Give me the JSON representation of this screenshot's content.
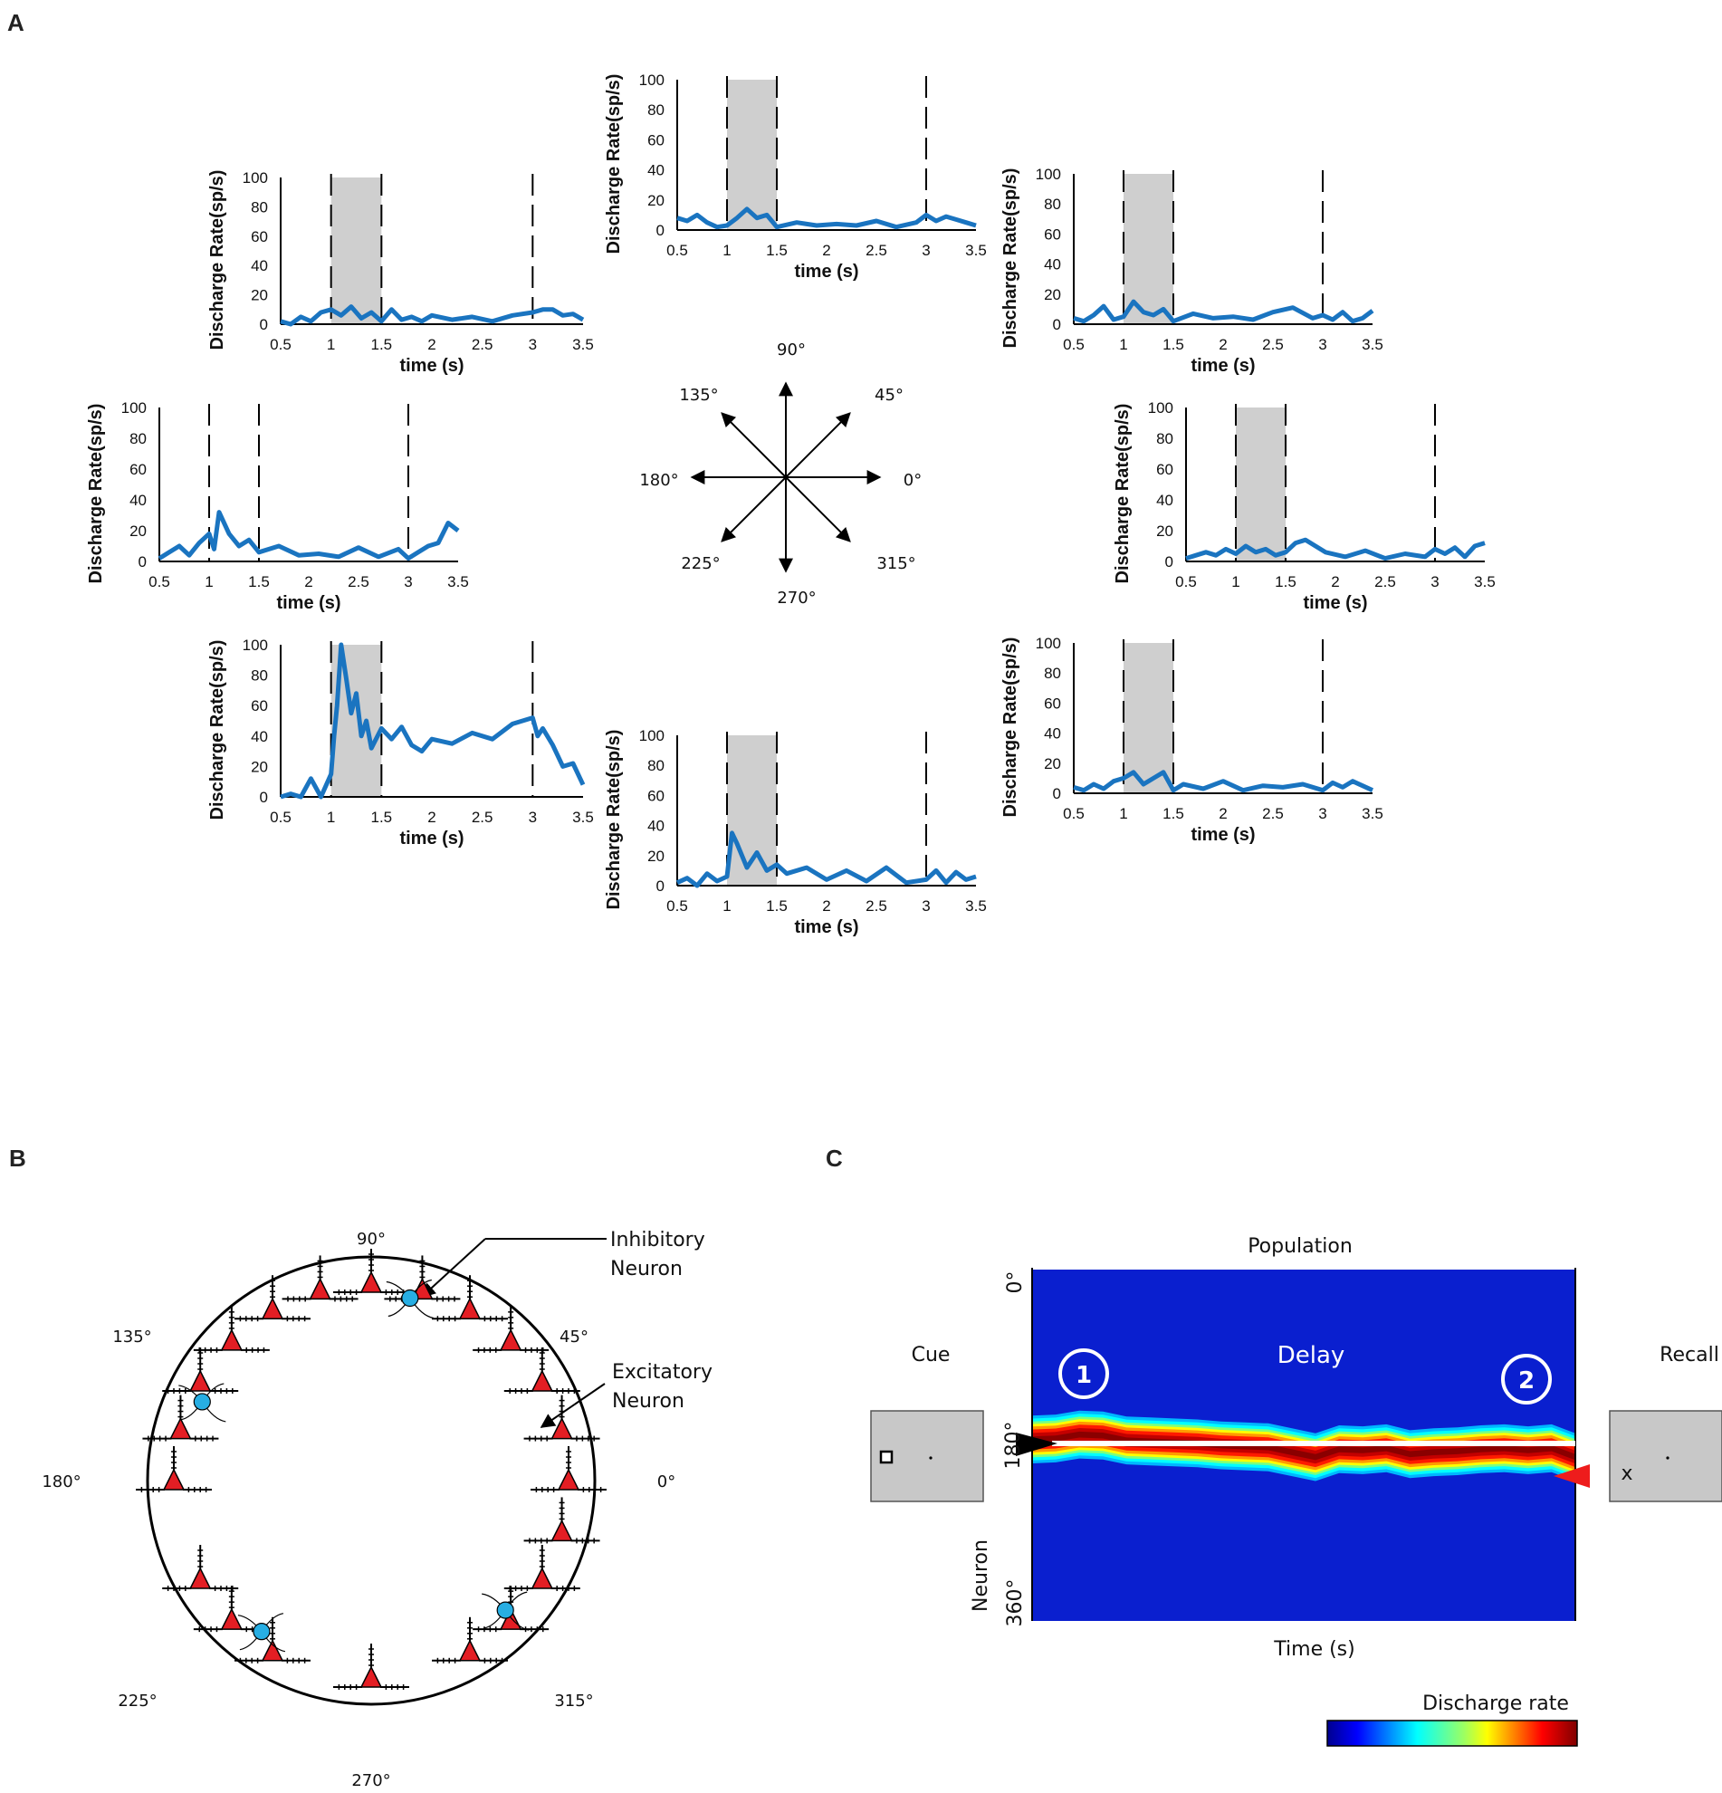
{
  "panels": {
    "a": {
      "label": "A"
    },
    "b": {
      "label": "B"
    },
    "c": {
      "label": "C"
    }
  },
  "chart_data": [
    {
      "type": "line",
      "direction": "135°",
      "x": [
        0.5,
        0.6,
        0.7,
        0.8,
        0.9,
        1.0,
        1.1,
        1.2,
        1.3,
        1.4,
        1.5,
        1.6,
        1.7,
        1.8,
        1.9,
        2.0,
        2.2,
        2.4,
        2.6,
        2.8,
        3.0,
        3.1,
        3.2,
        3.3,
        3.4,
        3.5
      ],
      "y": [
        2,
        0,
        5,
        2,
        8,
        10,
        6,
        12,
        4,
        8,
        2,
        10,
        3,
        5,
        2,
        6,
        3,
        5,
        2,
        6,
        8,
        10,
        10,
        6,
        7,
        3
      ],
      "xlabel": "time (s)",
      "ylabel": "Discharge Rate(sp/s)",
      "xticks": [
        "0.5",
        "1",
        "1.5",
        "2",
        "2.5",
        "3",
        "3.5"
      ],
      "yticks": [
        "0",
        "20",
        "40",
        "60",
        "80",
        "100"
      ],
      "xlim": [
        0.5,
        3.5
      ],
      "ylim": [
        0,
        100
      ],
      "cue_shade": [
        1,
        1.5
      ],
      "markers": [
        1,
        1.5,
        3
      ]
    },
    {
      "type": "line",
      "direction": "90°",
      "x": [
        0.5,
        0.6,
        0.7,
        0.8,
        0.9,
        1.0,
        1.1,
        1.2,
        1.3,
        1.4,
        1.5,
        1.7,
        1.9,
        2.1,
        2.3,
        2.5,
        2.7,
        2.9,
        3.0,
        3.1,
        3.2,
        3.3,
        3.4,
        3.5
      ],
      "y": [
        8,
        6,
        10,
        5,
        2,
        3,
        8,
        14,
        8,
        10,
        2,
        5,
        3,
        4,
        3,
        6,
        2,
        5,
        10,
        6,
        9,
        7,
        5,
        3
      ],
      "xlabel": "time (s)",
      "ylabel": "Discharge Rate(sp/s)",
      "xticks": [
        "0.5",
        "1",
        "1.5",
        "2",
        "2.5",
        "3",
        "3.5"
      ],
      "yticks": [
        "0",
        "20",
        "40",
        "60",
        "80",
        "100"
      ],
      "xlim": [
        0.5,
        3.5
      ],
      "ylim": [
        0,
        100
      ],
      "cue_shade": [
        1,
        1.5
      ],
      "markers": [
        1,
        1.5,
        3
      ]
    },
    {
      "type": "line",
      "direction": "45°",
      "x": [
        0.5,
        0.6,
        0.7,
        0.8,
        0.9,
        1.0,
        1.1,
        1.2,
        1.3,
        1.4,
        1.5,
        1.7,
        1.9,
        2.1,
        2.3,
        2.5,
        2.7,
        2.9,
        3.0,
        3.1,
        3.2,
        3.3,
        3.4,
        3.5
      ],
      "y": [
        4,
        2,
        6,
        12,
        3,
        5,
        15,
        8,
        6,
        10,
        2,
        7,
        4,
        5,
        3,
        8,
        11,
        4,
        6,
        3,
        8,
        2,
        4,
        9
      ],
      "xlabel": "time (s)",
      "ylabel": "Discharge Rate(sp/s)",
      "xticks": [
        "0.5",
        "1",
        "1.5",
        "2",
        "2.5",
        "3",
        "3.5"
      ],
      "yticks": [
        "0",
        "20",
        "40",
        "60",
        "80",
        "100"
      ],
      "xlim": [
        0.5,
        3.5
      ],
      "ylim": [
        0,
        100
      ],
      "cue_shade": [
        1,
        1.5
      ],
      "markers": [
        1,
        1.5,
        3
      ]
    },
    {
      "type": "line",
      "direction": "180°",
      "x": [
        0.5,
        0.6,
        0.7,
        0.8,
        0.9,
        1.0,
        1.05,
        1.1,
        1.2,
        1.3,
        1.4,
        1.5,
        1.7,
        1.9,
        2.1,
        2.3,
        2.5,
        2.7,
        2.9,
        3.0,
        3.1,
        3.2,
        3.3,
        3.4,
        3.5
      ],
      "y": [
        2,
        6,
        10,
        4,
        12,
        18,
        8,
        32,
        18,
        10,
        14,
        6,
        10,
        4,
        5,
        3,
        9,
        3,
        8,
        2,
        6,
        10,
        12,
        25,
        20
      ],
      "xlabel": "time (s)",
      "ylabel": "Discharge Rate(sp/s)",
      "xticks": [
        "0.5",
        "1",
        "1.5",
        "2",
        "2.5",
        "3",
        "3.5"
      ],
      "yticks": [
        "0",
        "20",
        "40",
        "60",
        "80",
        "100"
      ],
      "xlim": [
        0.5,
        3.5
      ],
      "ylim": [
        0,
        100
      ],
      "cue_shade": null,
      "markers": [
        1,
        1.5,
        3
      ]
    },
    {
      "type": "line",
      "direction": "0°",
      "x": [
        0.5,
        0.6,
        0.7,
        0.8,
        0.9,
        1.0,
        1.1,
        1.2,
        1.3,
        1.4,
        1.5,
        1.6,
        1.7,
        1.9,
        2.1,
        2.3,
        2.5,
        2.7,
        2.9,
        3.0,
        3.1,
        3.2,
        3.3,
        3.4,
        3.5
      ],
      "y": [
        2,
        4,
        6,
        4,
        8,
        5,
        10,
        6,
        8,
        4,
        6,
        12,
        14,
        6,
        3,
        7,
        2,
        5,
        3,
        8,
        5,
        9,
        3,
        10,
        12
      ],
      "xlabel": "time (s)",
      "ylabel": "Discharge Rate(sp/s)",
      "xticks": [
        "0.5",
        "1",
        "1.5",
        "2",
        "2.5",
        "3",
        "3.5"
      ],
      "yticks": [
        "0",
        "20",
        "40",
        "60",
        "80",
        "100"
      ],
      "xlim": [
        0.5,
        3.5
      ],
      "ylim": [
        0,
        100
      ],
      "cue_shade": [
        1,
        1.5
      ],
      "markers": [
        1,
        1.5,
        3
      ]
    },
    {
      "type": "line",
      "direction": "225°",
      "x": [
        0.5,
        0.6,
        0.7,
        0.8,
        0.9,
        1.0,
        1.03,
        1.06,
        1.1,
        1.15,
        1.2,
        1.25,
        1.3,
        1.35,
        1.4,
        1.5,
        1.6,
        1.7,
        1.8,
        1.9,
        2.0,
        2.2,
        2.4,
        2.6,
        2.8,
        3.0,
        3.05,
        3.1,
        3.2,
        3.3,
        3.4,
        3.5
      ],
      "y": [
        0,
        2,
        0,
        12,
        0,
        15,
        40,
        60,
        100,
        78,
        55,
        68,
        40,
        50,
        32,
        45,
        38,
        46,
        34,
        30,
        38,
        35,
        42,
        38,
        48,
        52,
        40,
        45,
        34,
        20,
        22,
        8
      ],
      "xlabel": "time (s)",
      "ylabel": "Discharge Rate(sp/s)",
      "xticks": [
        "0.5",
        "1",
        "1.5",
        "2",
        "2.5",
        "3",
        "3.5"
      ],
      "yticks": [
        "0",
        "20",
        "40",
        "60",
        "80",
        "100"
      ],
      "xlim": [
        0.5,
        3.5
      ],
      "ylim": [
        0,
        100
      ],
      "cue_shade": [
        1,
        1.5
      ],
      "markers": [
        1,
        1.5,
        3
      ]
    },
    {
      "type": "line",
      "direction": "270°",
      "x": [
        0.5,
        0.6,
        0.7,
        0.8,
        0.9,
        1.0,
        1.05,
        1.1,
        1.2,
        1.3,
        1.4,
        1.5,
        1.6,
        1.8,
        2.0,
        2.2,
        2.4,
        2.6,
        2.8,
        3.0,
        3.1,
        3.2,
        3.3,
        3.4,
        3.5
      ],
      "y": [
        2,
        5,
        0,
        8,
        3,
        6,
        35,
        28,
        12,
        22,
        10,
        14,
        8,
        12,
        4,
        10,
        3,
        12,
        2,
        4,
        10,
        2,
        9,
        4,
        6
      ],
      "xlabel": "time (s)",
      "ylabel": "Discharge Rate(sp/s)",
      "xticks": [
        "0.5",
        "1",
        "1.5",
        "2",
        "2.5",
        "3",
        "3.5"
      ],
      "yticks": [
        "0",
        "20",
        "40",
        "60",
        "80",
        "100"
      ],
      "xlim": [
        0.5,
        3.5
      ],
      "ylim": [
        0,
        100
      ],
      "cue_shade": [
        1,
        1.5
      ],
      "markers": [
        1,
        1.5,
        3
      ]
    },
    {
      "type": "line",
      "direction": "315°",
      "x": [
        0.5,
        0.6,
        0.7,
        0.8,
        0.9,
        1.0,
        1.1,
        1.2,
        1.3,
        1.4,
        1.5,
        1.6,
        1.8,
        2.0,
        2.2,
        2.4,
        2.6,
        2.8,
        3.0,
        3.1,
        3.2,
        3.3,
        3.4,
        3.5
      ],
      "y": [
        4,
        2,
        6,
        3,
        8,
        10,
        14,
        6,
        10,
        14,
        2,
        6,
        3,
        8,
        2,
        5,
        4,
        6,
        2,
        7,
        4,
        8,
        5,
        2
      ],
      "xlabel": "time (s)",
      "ylabel": "Discharge Rate(sp/s)",
      "xticks": [
        "0.5",
        "1",
        "1.5",
        "2",
        "2.5",
        "3",
        "3.5"
      ],
      "yticks": [
        "0",
        "20",
        "40",
        "60",
        "80",
        "100"
      ],
      "xlim": [
        0.5,
        3.5
      ],
      "ylim": [
        0,
        100
      ],
      "cue_shade": [
        1,
        1.5
      ],
      "markers": [
        1,
        1.5,
        3
      ]
    }
  ],
  "compass": {
    "labels": [
      "90°",
      "45°",
      "0°",
      "315°",
      "270°",
      "225°",
      "180°",
      "135°"
    ],
    "angles": [
      90,
      45,
      0,
      315,
      270,
      225,
      180,
      135
    ]
  },
  "ring": {
    "angle_labels": [
      "90°",
      "45°",
      "0°",
      "315°",
      "270°",
      "225°",
      "180°",
      "135°"
    ],
    "inhibitory_label_1": "Inhibitory",
    "inhibitory_label_2": "Neuron",
    "excitatory_label_1": "Excitatory",
    "excitatory_label_2": "Neuron",
    "excitatory_angles": [
      90,
      75,
      60,
      45,
      30,
      15,
      0,
      345,
      330,
      315,
      300,
      270,
      240,
      225,
      210,
      180,
      165,
      150,
      135,
      120,
      105
    ],
    "inhibitory_angles": [
      78,
      155,
      234,
      316
    ]
  },
  "population": {
    "title": "Population",
    "cue": "Cue",
    "delay": "Delay",
    "recall": "Recall",
    "marker_1": "1",
    "marker_2": "2",
    "ytick_0": "0°",
    "ytick_180": "180°",
    "ytick_360": "360°",
    "ylabel": "Neuron",
    "xlabel": "Time (s)",
    "colorbar_label": "Discharge rate",
    "recall_mark": "x",
    "bump_center_deg": [
      175,
      174,
      170,
      171,
      176,
      177,
      178,
      179,
      181,
      182,
      183,
      188,
      193,
      185,
      186,
      184,
      190,
      188,
      187,
      185,
      184,
      186,
      184,
      193
    ],
    "colors": {
      "background": "#0a1fcf",
      "peak": "#8a0000",
      "shade": "#cfcfcf",
      "trace": "#1a74c0"
    }
  }
}
